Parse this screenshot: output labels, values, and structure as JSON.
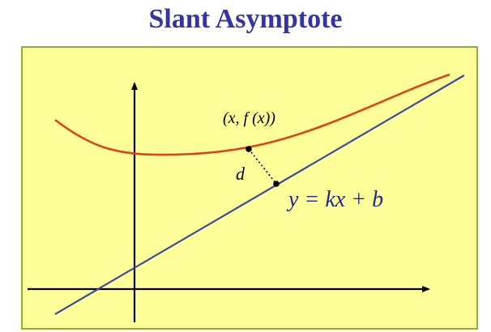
{
  "title": "Slant Asymptote",
  "labels": {
    "point": "(x, f (x))",
    "distance": "d",
    "asymptote_equation": "y = kx + b"
  },
  "colors": {
    "title": "#3333aa",
    "panel_background": "#ffff99",
    "panel_border": "#8cb32a",
    "curve": "#e2401a",
    "asymptote": "#3b4aa0",
    "axes": "#000000",
    "equation": "#1c2a8c"
  }
}
